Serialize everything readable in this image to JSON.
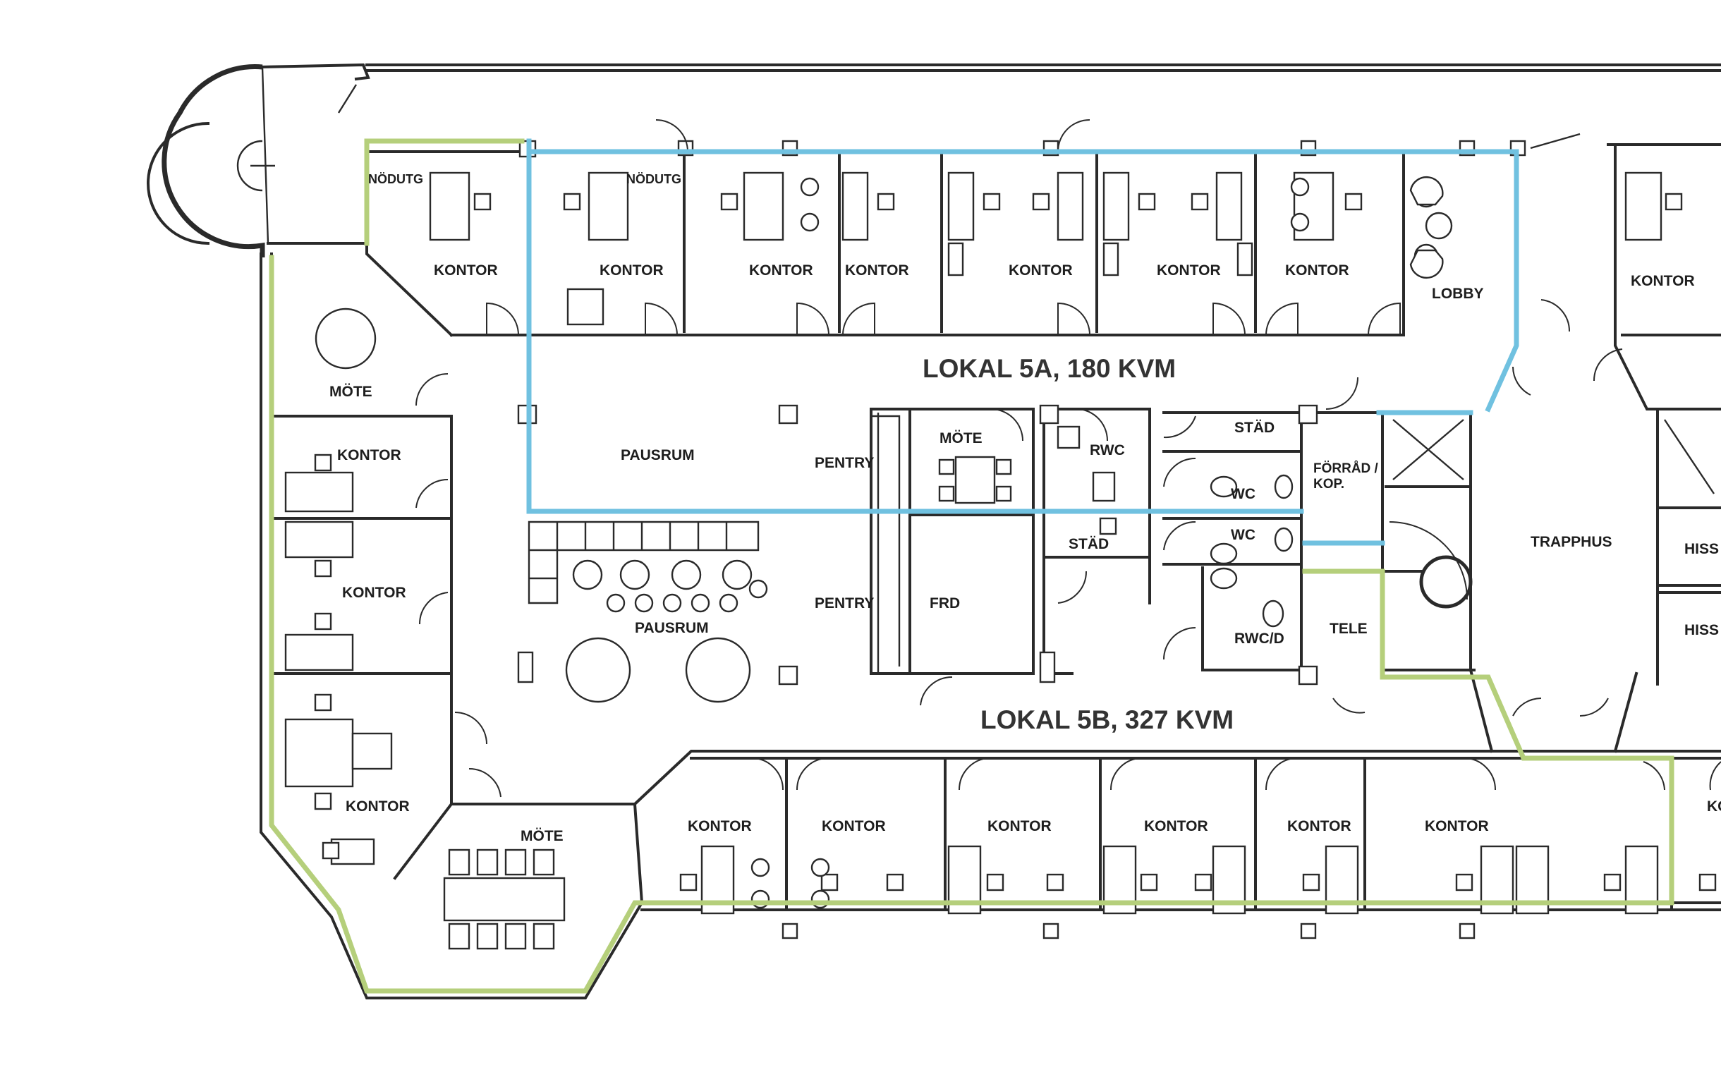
{
  "areas": {
    "lokal_5a": "LOKAL 5A, 180 KVM",
    "lokal_5b": "LOKAL 5B, 327 KVM"
  },
  "rooms": {
    "nodutg_1": "NÖDUTG",
    "nodutg_2": "NÖDUTG",
    "kontor": "KONTOR",
    "kontor_partial": "KC",
    "lobby": "LOBBY",
    "mote": "MÖTE",
    "pausrum": "PAUSRUM",
    "pentry": "PENTRY",
    "rwc": "RWC",
    "stad": "STÄD",
    "wc": "WC",
    "rwcd": "RWC/D",
    "forrad_1": "FÖRRÅD /",
    "forrad_2": "KOP.",
    "tele": "TELE",
    "trapphus": "TRAPPHUS",
    "hiss": "HISS",
    "frd": "FRD"
  },
  "colors": {
    "lokal_5a_boundary": "#70c1e0",
    "lokal_5b_boundary": "#b5cf7b",
    "walls": "#2a2a2a"
  }
}
